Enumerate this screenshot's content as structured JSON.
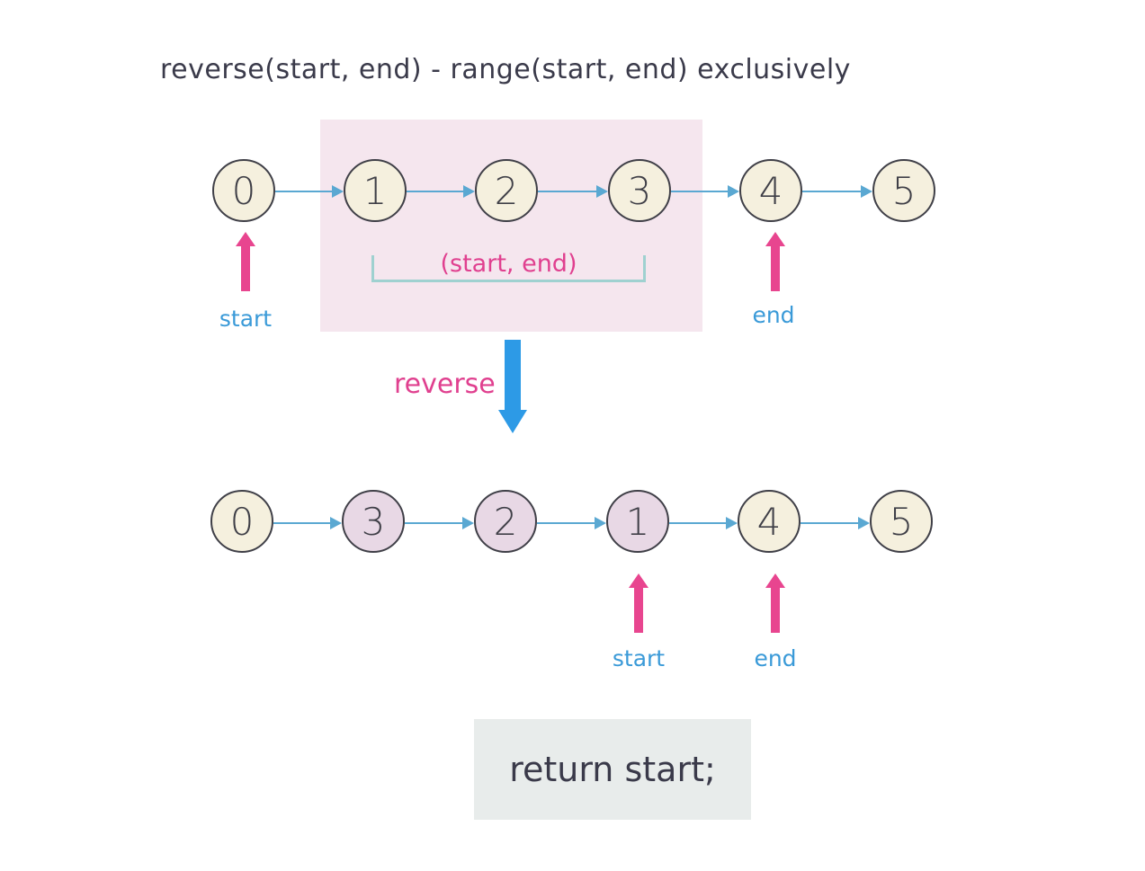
{
  "title": "reverse(start, end) - range(start, end) exclusively",
  "top_row": {
    "nodes": [
      "0",
      "1",
      "2",
      "3",
      "4",
      "5"
    ],
    "bracket_label": "(start, end)",
    "start_label": "start",
    "end_label": "end"
  },
  "reverse_label": "reverse",
  "bottom_row": {
    "nodes": [
      "0",
      "3",
      "2",
      "1",
      "4",
      "5"
    ],
    "start_label": "start",
    "end_label": "end"
  },
  "code": "return start;",
  "colors": {
    "node_plain": "#f5f0de",
    "node_reversed": "#e8d8e5",
    "highlight": "#f5e6ee",
    "edge": "#5aa8d2",
    "pointer": "#e8458f",
    "pointer_label": "#3a9ad8",
    "reverse_arrow": "#2d9ae6"
  }
}
